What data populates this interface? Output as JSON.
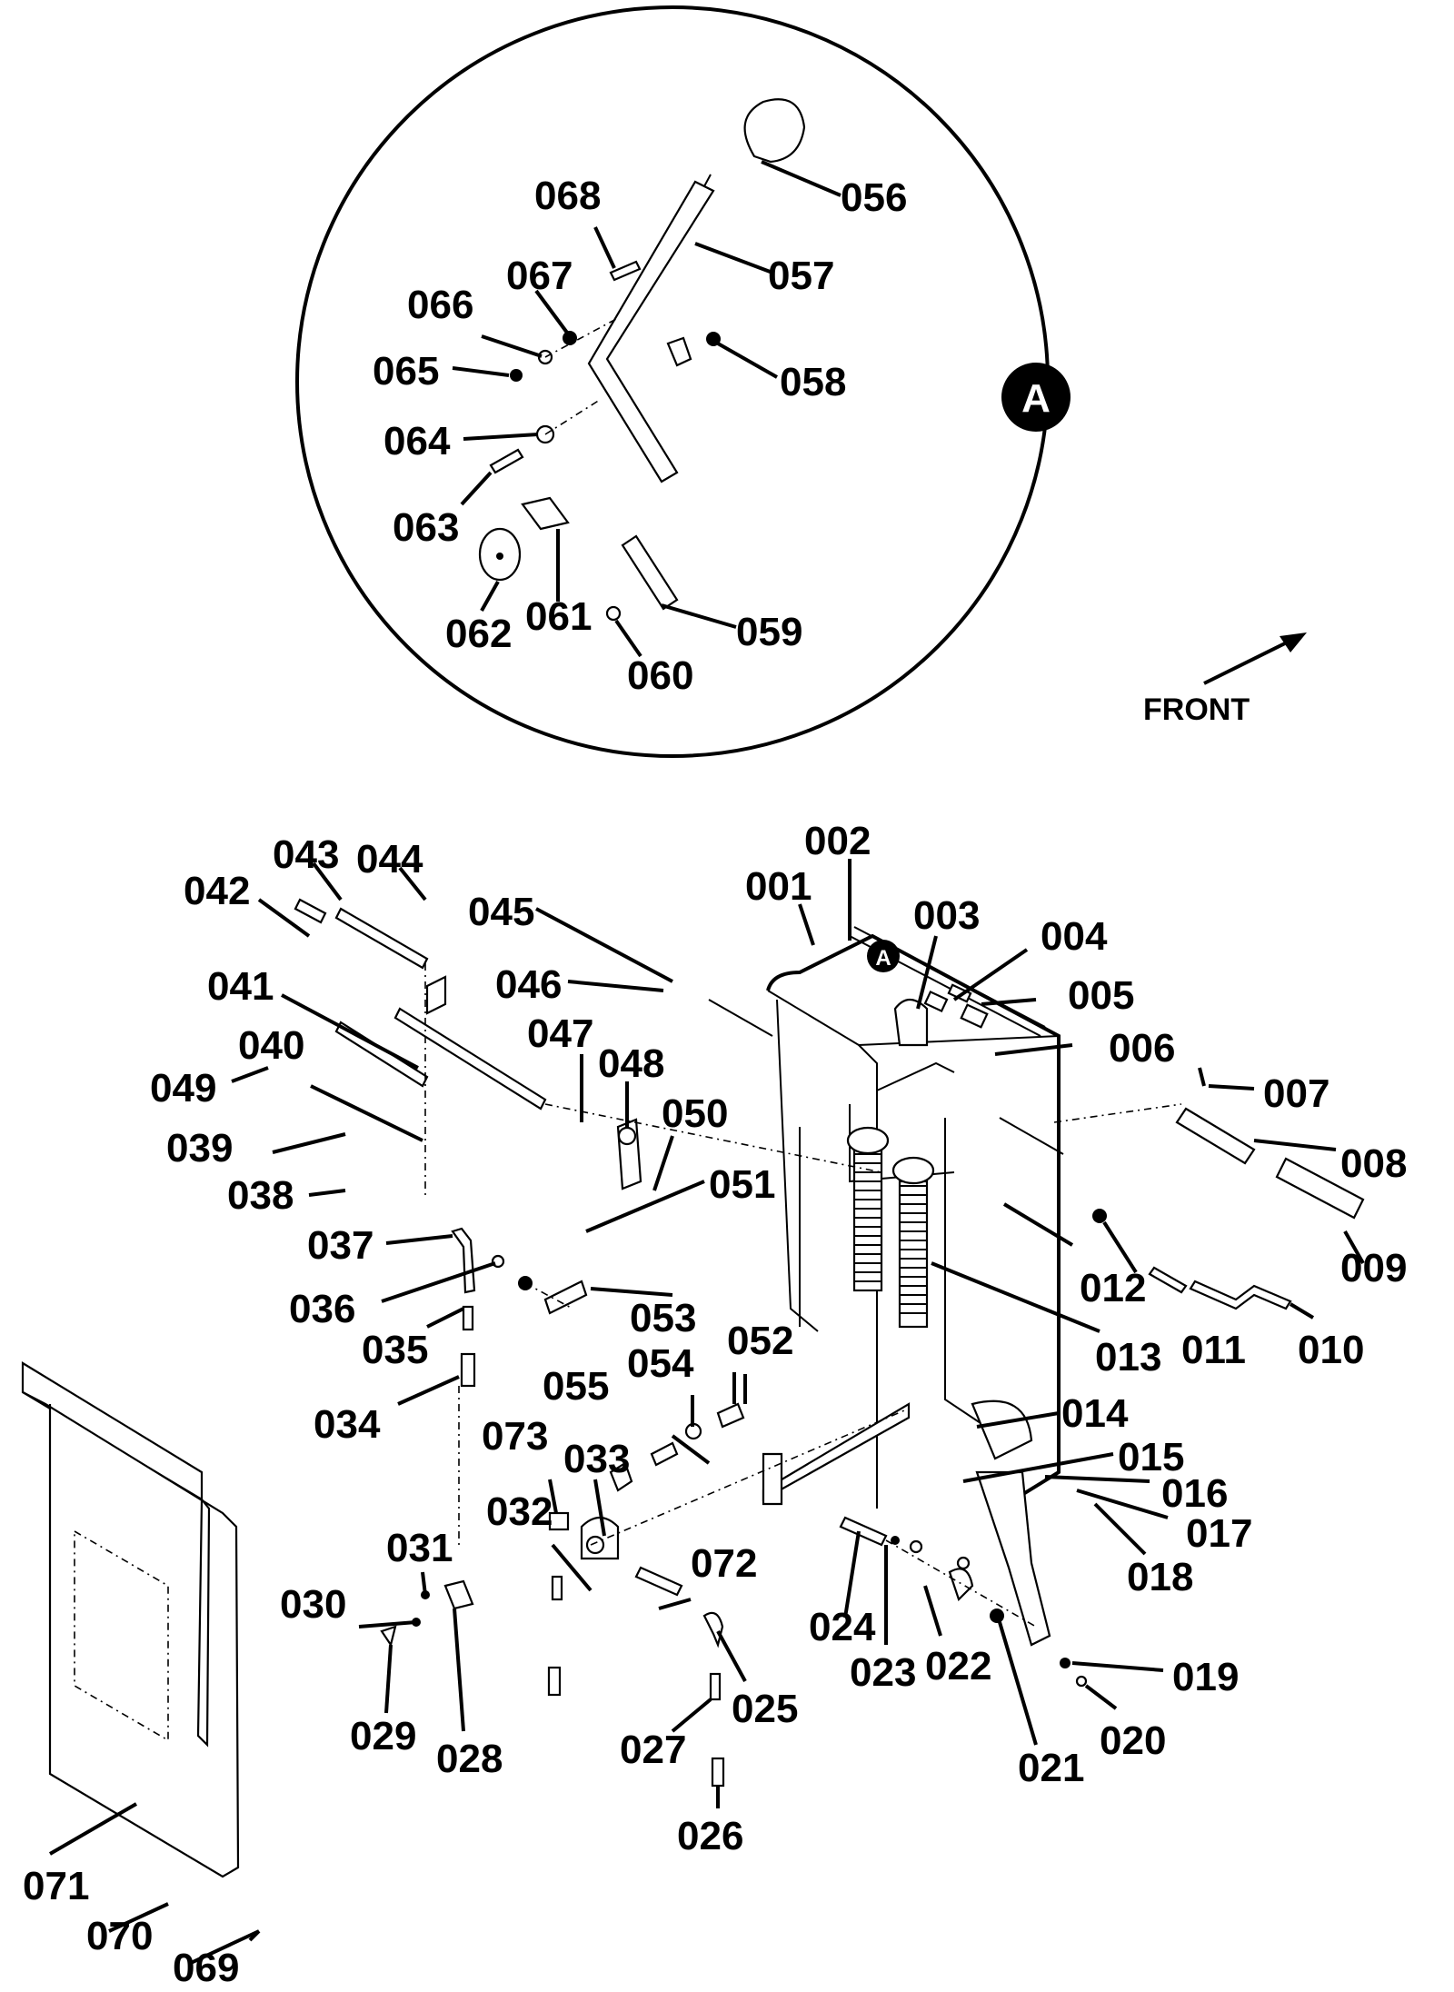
{
  "diagram": {
    "detail_marker": "A",
    "orientation_label": "FRONT",
    "detail_labels": [
      "056",
      "057",
      "058",
      "059",
      "060",
      "061",
      "062",
      "063",
      "064",
      "065",
      "066",
      "067",
      "068"
    ],
    "main_labels": [
      "001",
      "002",
      "003",
      "004",
      "005",
      "006",
      "007",
      "008",
      "009",
      "010",
      "011",
      "012",
      "013",
      "014",
      "015",
      "016",
      "017",
      "018",
      "019",
      "020",
      "021",
      "022",
      "023",
      "024",
      "025",
      "026",
      "027",
      "028",
      "029",
      "030",
      "031",
      "032",
      "033",
      "034",
      "035",
      "036",
      "037",
      "038",
      "039",
      "040",
      "041",
      "042",
      "043",
      "044",
      "045",
      "046",
      "047",
      "048",
      "049",
      "050",
      "051",
      "052",
      "053",
      "054",
      "055",
      "069",
      "070",
      "071",
      "072",
      "073"
    ]
  },
  "labels": {
    "l001": "001",
    "l002": "002",
    "l003": "003",
    "l004": "004",
    "l005": "005",
    "l006": "006",
    "l007": "007",
    "l008": "008",
    "l009": "009",
    "l010": "010",
    "l011": "011",
    "l012": "012",
    "l013": "013",
    "l014": "014",
    "l015": "015",
    "l016": "016",
    "l017": "017",
    "l018": "018",
    "l019": "019",
    "l020": "020",
    "l021": "021",
    "l022": "022",
    "l023": "023",
    "l024": "024",
    "l025": "025",
    "l026": "026",
    "l027": "027",
    "l028": "028",
    "l029": "029",
    "l030": "030",
    "l031": "031",
    "l032": "032",
    "l033": "033",
    "l034": "034",
    "l035": "035",
    "l036": "036",
    "l037": "037",
    "l038": "038",
    "l039": "039",
    "l040": "040",
    "l041": "041",
    "l042": "042",
    "l043": "043",
    "l044": "044",
    "l045": "045",
    "l046": "046",
    "l047": "047",
    "l048": "048",
    "l049": "049",
    "l050": "050",
    "l051": "051",
    "l052": "052",
    "l053": "053",
    "l054": "054",
    "l055": "055",
    "l056": "056",
    "l057": "057",
    "l058": "058",
    "l059": "059",
    "l060": "060",
    "l061": "061",
    "l062": "062",
    "l063": "063",
    "l064": "064",
    "l065": "065",
    "l066": "066",
    "l067": "067",
    "l068": "068",
    "l069": "069",
    "l070": "070",
    "l071": "071",
    "l072": "072",
    "l073": "073"
  }
}
